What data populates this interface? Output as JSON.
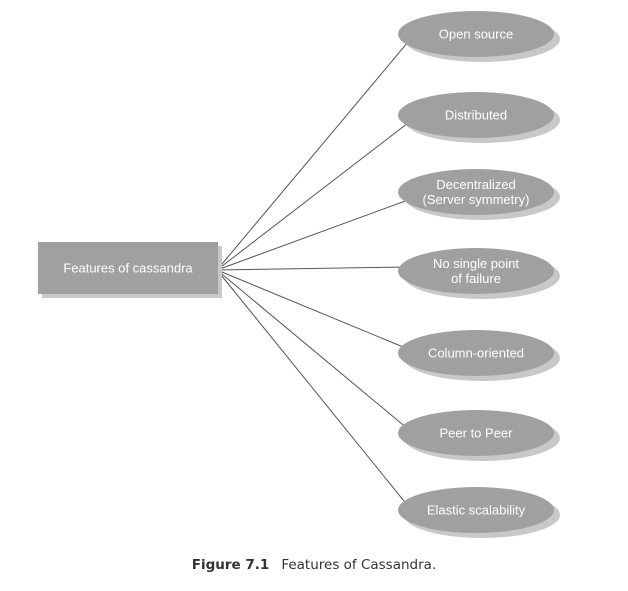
{
  "diagram": {
    "root": {
      "label": "Features of cassandra"
    },
    "features": [
      {
        "lines": [
          "Open source"
        ]
      },
      {
        "lines": [
          "Distributed"
        ]
      },
      {
        "lines": [
          "Decentralized",
          "(Server symmetry)"
        ]
      },
      {
        "lines": [
          "No single point",
          "of failure"
        ]
      },
      {
        "lines": [
          "Column-oriented"
        ]
      },
      {
        "lines": [
          "Peer to Peer"
        ]
      },
      {
        "lines": [
          "Elastic scalability"
        ]
      }
    ]
  },
  "caption": {
    "number": "Figure 7.1",
    "text": "Features of Cassandra."
  },
  "colors": {
    "node_fill": "#a0a0a0",
    "node_shadow": "#c8c8c8",
    "node_text": "#ffffff",
    "connector": "#555555"
  }
}
